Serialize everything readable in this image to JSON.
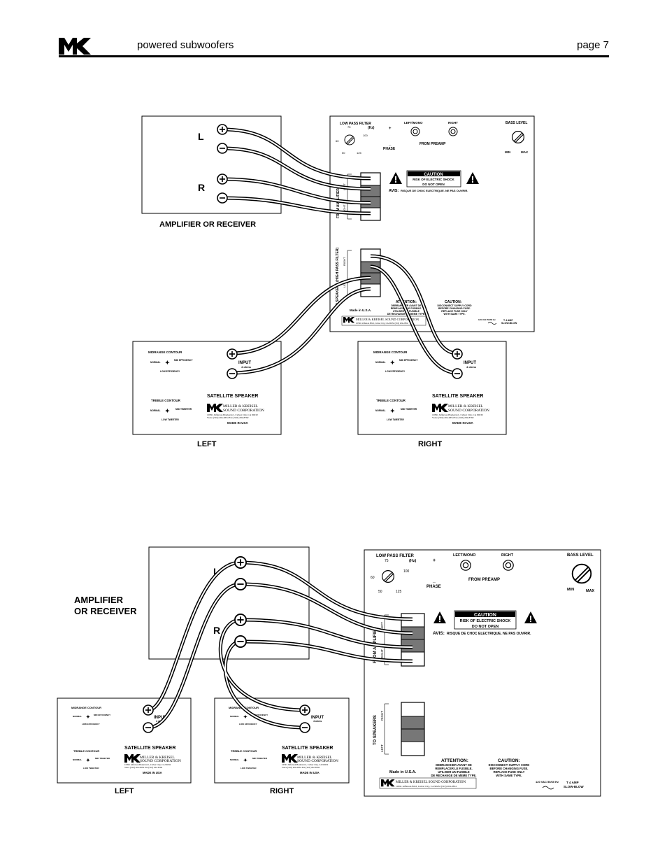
{
  "header": {
    "title": "powered subwoofers",
    "page": "page 7"
  },
  "labels": {
    "L": "L",
    "R": "R",
    "amp_receiver": "AMPLIFIER OR RECEIVER",
    "amp_line1": "AMPLIFIER",
    "amp_line2": "OR RECEIVER",
    "left": "LEFT",
    "right": "RIGHT"
  },
  "sub": {
    "lpf": "LOW PASS FILTER",
    "hz": "(Hz)",
    "d75": "75",
    "d60": "60",
    "d100": "100",
    "d50": "50",
    "d125": "125",
    "plus": "+",
    "minus": "_",
    "phase": "PHASE",
    "leftmono": "LEFT/MONO",
    "right": "RIGHT",
    "from_preamp": "FROM PREAMP",
    "bass": "BASS LEVEL",
    "min": "MIN",
    "max": "MAX",
    "caution": "CAUTION",
    "shock": "RISK OF ELECTRIC SHOCK",
    "donot": "DO NOT OPEN",
    "avis": "AVIS:",
    "avis_text": "RISQUE DE CHOC ELECTRIQUE.  NE PAS OUVRIR.",
    "from_amplifier": "FROM AMPLIFIER",
    "to_speakers": "TO SPEAKERS",
    "to_speakers_hp": "TO SPEAKERS (HIGH PASS FILTER)",
    "right_small": "RIGHT",
    "left_small": "LEFT",
    "made": "Made in U.S.A.",
    "attention": "ATTENTION:",
    "att1": "DEBRANCHER AVANT DE",
    "att2": "REMPLACER LE FUSIBLE.",
    "att3": "UTILISER UN FUSIBLE",
    "att4": "DE RECHANGE DE MEME TYPE.",
    "caution2": "CAUTION:",
    "c1": "DISCONNECT SUPPLY CORD",
    "c2": "BEFORE CHANGING FUSE.",
    "c3": "REPLACE FUSE ONLY",
    "c4": "WITH SAME TYPE.",
    "mk_corp": "MILLER & KREISEL SOUND CORPORATION",
    "mk_addr": "10391 Jefferson Blvd, Culver City, CA 90232  (310) 204-2854",
    "volt": "120 VAC  50/60 Hz",
    "fuse": "T 4 AMP",
    "slow": "SLOW-BLOW"
  },
  "sat": {
    "midrange": "MIDRANGE CONTOUR",
    "normal": "NORMAL",
    "mid_eff": "MID EFFICIENCY",
    "low_eff": "LOW EFFICIENCY",
    "treble": "TREBLE CONTOUR",
    "mid_tw": "MID TWEETER",
    "low_tw": "LOW TWEETER",
    "input": "INPUT",
    "ohms": "4 ohms",
    "title": "SATELLITE SPEAKER",
    "corp1": "MILLER & KREISEL",
    "corp2": "SOUND CORPORATION",
    "addr1": "10391 Jefferson Boulevard , Culver City, CA 90232",
    "addr2": "Voice (310) 204-2854  Fax (310) 202-8782",
    "made": "MADE IN USA"
  }
}
